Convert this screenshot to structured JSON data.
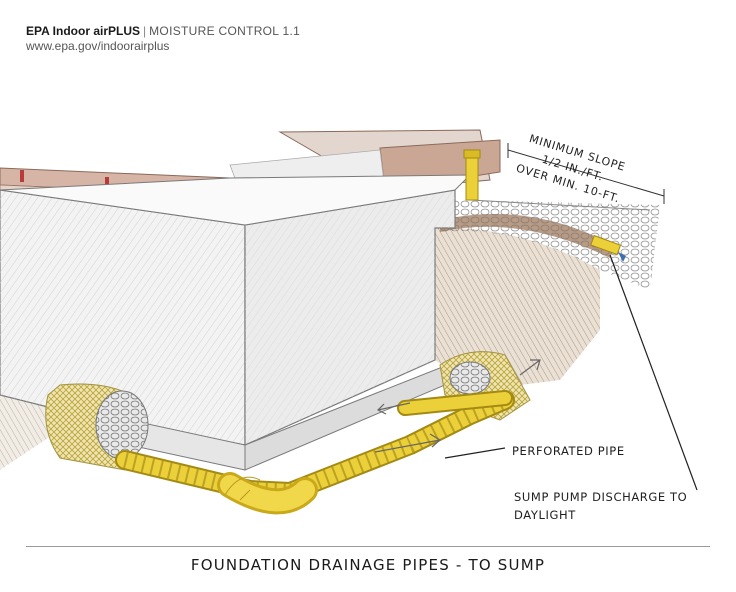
{
  "header": {
    "brand": "EPA Indoor airPLUS",
    "separator": "|",
    "section": "MOISTURE CONTROL 1.1",
    "url": "www.epa.gov/indoorairplus"
  },
  "labels": {
    "slope_line1": "MINIMUM SLOPE",
    "slope_line2": "1/2 IN./FT.",
    "slope_line3": "OVER MIN. 10-FT.",
    "perforated_pipe": "PERFORATED PIPE",
    "sump_line1": "SUMP PUMP DISCHARGE TO",
    "sump_line2": "DAYLIGHT"
  },
  "caption": "FOUNDATION DRAINAGE PIPES - TO SUMP",
  "colors": {
    "pipe": "#e8c82a",
    "gravel": "#c8c8a8",
    "soil": "#b79a7c",
    "wood": "#c9a08c",
    "concrete": "#f1f1f1"
  }
}
